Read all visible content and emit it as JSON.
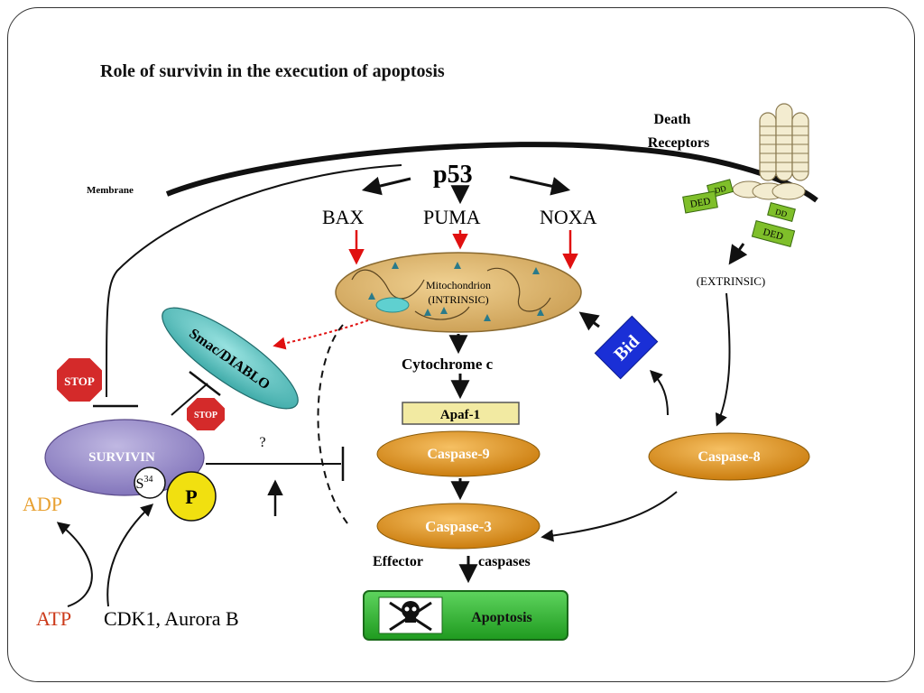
{
  "slide": {
    "title": "Role of survivin in the execution of apoptosis"
  },
  "diagram": {
    "membrane_label": "Membrane",
    "p53": "p53",
    "bax": "BAX",
    "puma": "PUMA",
    "noxa": "NOXA",
    "death_receptors_line1": "Death",
    "death_receptors_line2": "Receptors",
    "dd_label": "DD",
    "ded_label": "DED",
    "extrinsic": "(EXTRINSIC)",
    "mito_line1": "Mitochondrion",
    "mito_line2": "(INTRINSIC)",
    "cytochrome_c": "Cytochrome c",
    "apaf1": "Apaf-1",
    "caspase9": "Caspase-9",
    "caspase3": "Caspase-3",
    "caspase8": "Caspase-8",
    "effector_left": "Effector",
    "effector_right": "caspases",
    "apoptosis": "Apoptosis",
    "bid": "Bid",
    "smac": "Smac/DIABLO",
    "stop": "STOP",
    "survivin": "SURVIVIN",
    "s34": "S",
    "s34_sup": "34",
    "p": "P",
    "question": "?",
    "adp": "ADP",
    "atp": "ATP",
    "cdk1": "CDK1, Aurora B"
  },
  "colors": {
    "caspase_orange": "#d98a12",
    "mito_tan": "#d9b06a",
    "smac_teal": "#5cc6c4",
    "survivin_purple": "#9a8ec8",
    "p_yellow": "#f1e010",
    "bid_blue": "#1a2fd6",
    "apoptosis_green": "#2fb52f",
    "stop_red": "#d42a2a",
    "red_arrow": "#e01010",
    "adp_orange": "#e8a030",
    "atp_red": "#cc3a1a",
    "ded_green": "#7fbf2a"
  }
}
